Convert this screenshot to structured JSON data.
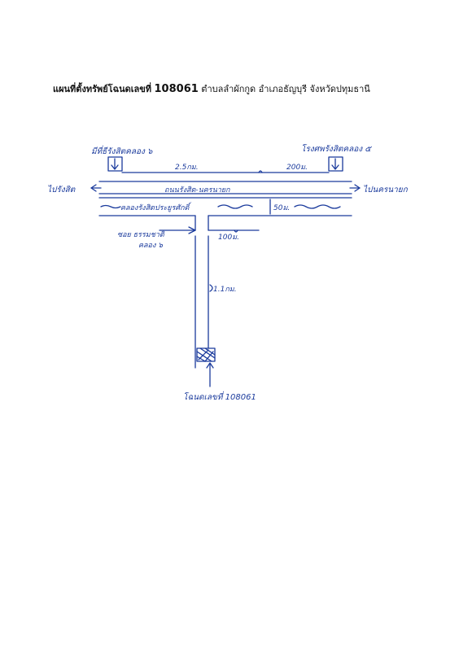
{
  "title": {
    "prefix": "แผนที่ตั้งทรัพย์โฉนดเลขที่",
    "deed_number": "108061",
    "location": "ตำบลลำผักกูด อำเภอธัญบุรี จังหวัดปทุมธานี"
  },
  "labels": {
    "left_landmark": "มีที่ธีรังสิตคลอง ๖",
    "right_landmark": "โรงศพรังสิตคลอง ๕",
    "dist_top_left": "2.5กม.",
    "dist_top_right": "200ม.",
    "to_left": "ไปรังสิต",
    "to_right": "ไปนครนายก",
    "road_name": "ถนนรังสิต-นครนายก",
    "canal_name": "คลองรังสิตประยูรศักดิ์",
    "canal_width": "50ม.",
    "soi_name_line1": "ซอย ธรรมชาติ",
    "soi_name_line2": "คลอง ๖",
    "dist_soi": "100ม.",
    "dist_down": "1.1กม.",
    "parcel_label": "โฉนดเลขที่ 108061"
  },
  "colors": {
    "ink": "#1a3a9c"
  }
}
